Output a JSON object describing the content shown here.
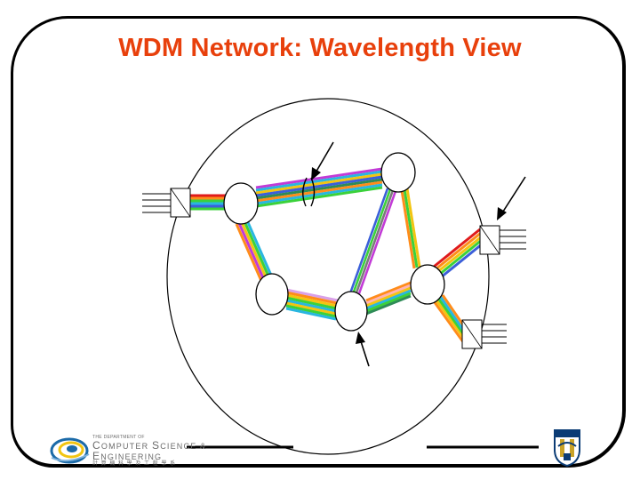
{
  "title": "WDM Network: Wavelength View",
  "logo": {
    "line1": "THE DEPARTMENT OF",
    "line2a": "C",
    "line2b": "OMPUTER ",
    "line2c": "S",
    "line2d": "CIENCE &",
    "line3a": "E",
    "line3b": "NGINEERING",
    "line4": "計 算 機 科 學 及 工 程 學 系"
  },
  "colors": {
    "title": "#e8400c",
    "frame": "#000000",
    "wavelengths": [
      "#e01b1b",
      "#ff8c1a",
      "#f2c511",
      "#3bd13b",
      "#29b6e0",
      "#3b5fd9",
      "#c23bd6",
      "#d9a0e8",
      "#2e8b57",
      "#ffb3b3"
    ]
  },
  "nodes": [
    {
      "id": "n1"
    },
    {
      "id": "n2"
    },
    {
      "id": "n3"
    },
    {
      "id": "n4"
    },
    {
      "id": "n5"
    }
  ],
  "terminals": [
    {
      "id": "left-terminal"
    },
    {
      "id": "right-upper-terminal"
    },
    {
      "id": "right-lower-terminal"
    }
  ],
  "icons": {
    "left_logo": "cse-department-logo",
    "right_logo": "hkust-emblem-icon"
  }
}
